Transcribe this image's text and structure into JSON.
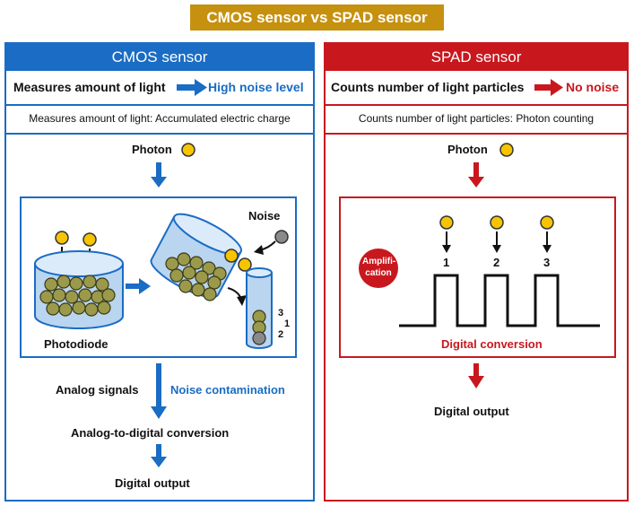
{
  "title": "CMOS sensor vs SPAD sensor",
  "cmos": {
    "header": "CMOS sensor",
    "measure_label": "Measures amount of light",
    "noise_result": "High noise level",
    "description": "Measures amount of light: Accumulated electric charge",
    "photon_label": "Photon",
    "noise_label": "Noise",
    "photodiode_label": "Photodiode",
    "count_labels": [
      "3",
      "1",
      "2"
    ],
    "analog_label": "Analog signals",
    "contamination_label": "Noise contamination",
    "adc_label": "Analog-to-digital conversion",
    "output_label": "Digital output"
  },
  "spad": {
    "header": "SPAD sensor",
    "count_label": "Counts number of light particles",
    "noise_result": "No noise",
    "description": "Counts number of light particles: Photon counting",
    "photon_label": "Photon",
    "amp_line1": "Amplifi-",
    "amp_line2": "cation",
    "pulse_labels": [
      "1",
      "2",
      "3"
    ],
    "conversion_label": "Digital conversion",
    "output_label": "Digital output"
  },
  "colors": {
    "cmos_blue": "#1a6cc4",
    "spad_red": "#c8181e",
    "title_gold": "#c6910f",
    "photon_yellow": "#f6c400",
    "charge_olive": "#9b9a4a",
    "cylinder_blue": "#b9d5f0"
  }
}
